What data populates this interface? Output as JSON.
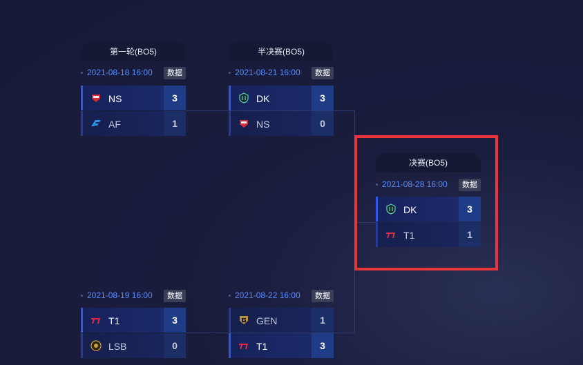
{
  "data_button_label": "数据",
  "rounds": {
    "r1": {
      "title": "第一轮(BO5)"
    },
    "semi": {
      "title": "半决赛(BO5)"
    },
    "final": {
      "title": "决赛(BO5)"
    }
  },
  "matches": {
    "m1": {
      "date": "2021-08-18 16:00",
      "team1": {
        "name": "NS",
        "score": "3",
        "logo": "ns-logo"
      },
      "team2": {
        "name": "AF",
        "score": "1",
        "logo": "af-logo"
      }
    },
    "m2": {
      "date": "2021-08-21 16:00",
      "team1": {
        "name": "DK",
        "score": "3",
        "logo": "dk-logo"
      },
      "team2": {
        "name": "NS",
        "score": "0",
        "logo": "ns-logo"
      }
    },
    "m3": {
      "date": "2021-08-28 16:00",
      "team1": {
        "name": "DK",
        "score": "3",
        "logo": "dk-logo"
      },
      "team2": {
        "name": "T1",
        "score": "1",
        "logo": "t1-logo"
      }
    },
    "m4": {
      "date": "2021-08-19 16:00",
      "team1": {
        "name": "T1",
        "score": "3",
        "logo": "t1-logo"
      },
      "team2": {
        "name": "LSB",
        "score": "0",
        "logo": "lsb-logo"
      }
    },
    "m5": {
      "date": "2021-08-22 16:00",
      "team1": {
        "name": "GEN",
        "score": "1",
        "logo": "gen-logo"
      },
      "team2": {
        "name": "T1",
        "score": "3",
        "logo": "t1-logo"
      }
    }
  },
  "colors": {
    "accent": "#2f56e8",
    "date": "#5b8cff",
    "highlight": "#e9363a"
  }
}
